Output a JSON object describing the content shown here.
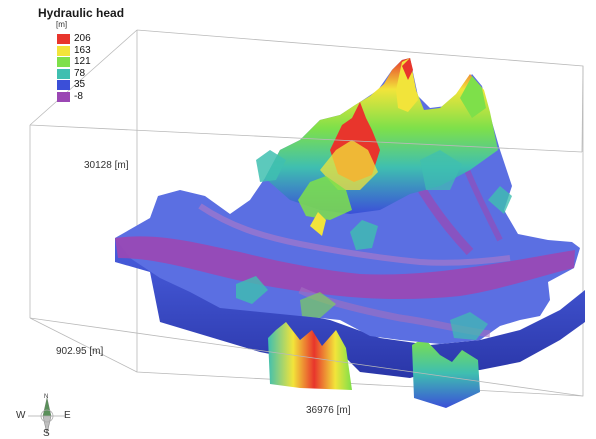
{
  "legend": {
    "title": "Hydraulic head",
    "unit": "[m]",
    "items": [
      {
        "label": "206",
        "color": "#e8352c"
      },
      {
        "label": "163",
        "color": "#f2e43a"
      },
      {
        "label": "121",
        "color": "#7ee04a"
      },
      {
        "label": "78",
        "color": "#3fbfb0"
      },
      {
        "label": "35",
        "color": "#3b4fd8"
      },
      {
        "label": "-8",
        "color": "#9b47b4"
      }
    ]
  },
  "axes": {
    "y_length": "30128 [m]",
    "z_length": "902.95 [m]",
    "x_length": "36976 [m]"
  },
  "compass": {
    "w": "W",
    "e": "E",
    "s": "S",
    "n": "N"
  }
}
